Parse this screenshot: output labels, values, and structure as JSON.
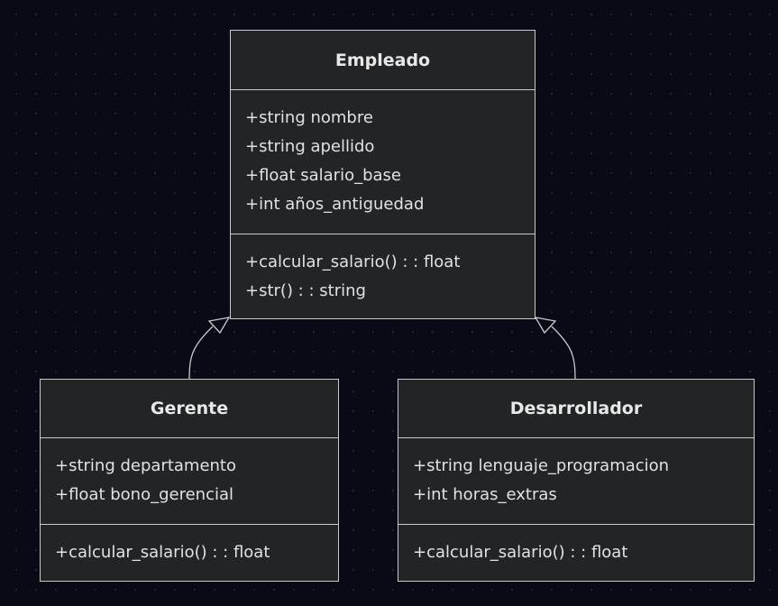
{
  "classes": {
    "empleado": {
      "name": "Empleado",
      "attributes": [
        "+string nombre",
        "+string apellido",
        "+float salario_base",
        "+int años_antiguedad"
      ],
      "methods": [
        "+calcular_salario() : : float",
        "+str() : : string"
      ]
    },
    "gerente": {
      "name": "Gerente",
      "attributes": [
        "+string departamento",
        "+float bono_gerencial"
      ],
      "methods": [
        "+calcular_salario() : : float"
      ]
    },
    "desarrollador": {
      "name": "Desarrollador",
      "attributes": [
        "+string lenguaje_programacion",
        "+int horas_extras"
      ],
      "methods": [
        "+calcular_salario() : : float"
      ]
    }
  },
  "relations": [
    {
      "from": "gerente",
      "to": "empleado",
      "type": "inheritance"
    },
    {
      "from": "desarrollador",
      "to": "empleado",
      "type": "inheritance"
    }
  ],
  "colors": {
    "background": "#080a16",
    "box_fill": "#232425",
    "border": "#c9c9c9",
    "text": "#e2e2e2"
  }
}
